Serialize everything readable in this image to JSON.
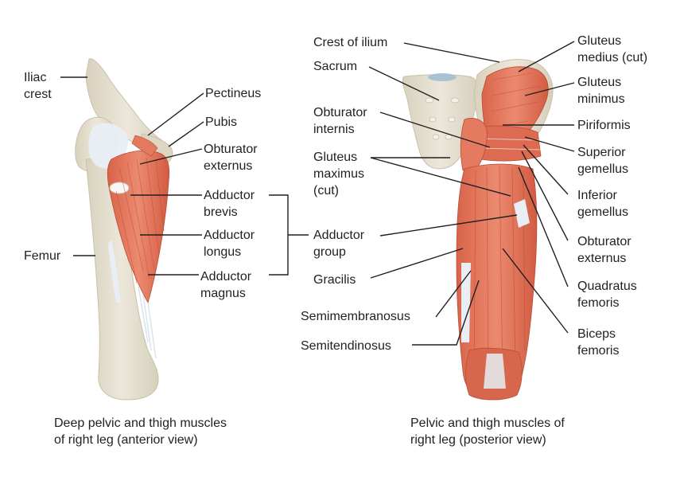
{
  "colors": {
    "bone": "#e6e0d0",
    "bone_shade": "#d3ccb8",
    "muscle": "#e47a60",
    "muscle_dark": "#c8553d",
    "tendon": "#e8eef4",
    "leader": "#231f20",
    "text": "#231f20"
  },
  "anterior": {
    "caption_line1": "Deep pelvic and thigh muscles",
    "caption_line2": "of right leg (anterior view)",
    "labels": {
      "iliac_crest_1": "Iliac",
      "iliac_crest_2": "crest",
      "femur": "Femur",
      "pectineus": "Pectineus",
      "pubis": "Pubis",
      "obturator_externus_1": "Obturator",
      "obturator_externus_2": "externus",
      "adductor_brevis_1": "Adductor",
      "adductor_brevis_2": "brevis",
      "adductor_longus_1": "Adductor",
      "adductor_longus_2": "longus",
      "adductor_magnus_1": "Adductor",
      "adductor_magnus_2": "magnus"
    }
  },
  "middle": {
    "labels": {
      "crest_of_ilium": "Crest of ilium",
      "sacrum": "Sacrum",
      "obturator_internis_1": "Obturator",
      "obturator_internis_2": "internis",
      "gluteus_maximus_1": "Gluteus",
      "gluteus_maximus_2": "maximus",
      "gluteus_maximus_3": "(cut)",
      "adductor_group_1": "Adductor",
      "adductor_group_2": "group",
      "gracilis": "Gracilis",
      "semimembranosus": "Semimembranosus",
      "semitendinosus": "Semitendinosus"
    }
  },
  "posterior": {
    "caption_line1": "Pelvic and thigh muscles of",
    "caption_line2": "right leg (posterior view)",
    "labels": {
      "gluteus_medius_1": "Gluteus",
      "gluteus_medius_2": "medius (cut)",
      "gluteus_minimus_1": "Gluteus",
      "gluteus_minimus_2": "minimus",
      "piriformis": "Piriformis",
      "superior_gemellus_1": "Superior",
      "superior_gemellus_2": "gemellus",
      "inferior_gemellus_1": "Inferior",
      "inferior_gemellus_2": "gemellus",
      "obturator_externus_1": "Obturator",
      "obturator_externus_2": "externus",
      "quadratus_femoris_1": "Quadratus",
      "quadratus_femoris_2": "femoris",
      "biceps_femoris_1": "Biceps",
      "biceps_femoris_2": "femoris"
    }
  }
}
